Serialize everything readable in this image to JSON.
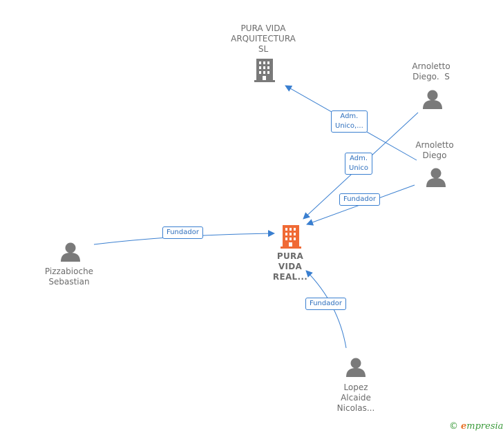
{
  "nodes": {
    "pura_vida_arquitectura": {
      "lines": [
        "PURA VIDA",
        "ARQUITECTURA",
        "SL"
      ],
      "icon": "building-icon",
      "color": "#7a7a7a"
    },
    "pura_vida_real": {
      "lines": [
        "PURA",
        "VIDA",
        "REAL..."
      ],
      "icon": "building-icon",
      "color": "#f06a35"
    },
    "arnoletto_diego_s": {
      "lines": [
        "Arnoletto",
        "Diego.  S"
      ],
      "icon": "person-icon"
    },
    "arnoletto_diego": {
      "lines": [
        "Arnoletto",
        "Diego"
      ],
      "icon": "person-icon"
    },
    "pizzabioche": {
      "lines": [
        "Pizzabioche",
        "Sebastian"
      ],
      "icon": "person-icon"
    },
    "lopez": {
      "lines": [
        "Lopez",
        "Alcaide",
        "Nicolas..."
      ],
      "icon": "person-icon"
    }
  },
  "edges": {
    "adm_unico_1": {
      "lines": [
        "Adm.",
        "Unico,..."
      ]
    },
    "adm_unico_2": {
      "lines": [
        "Adm.",
        "Unico"
      ]
    },
    "fundador_arnoletto": {
      "lines": [
        "Fundador"
      ]
    },
    "fundador_pizzabioche": {
      "lines": [
        "Fundador"
      ]
    },
    "fundador_lopez": {
      "lines": [
        "Fundador"
      ]
    }
  },
  "colors": {
    "edge": "#3a7fd0",
    "person": "#7a7a7a",
    "building_gray": "#7a7a7a",
    "building_accent": "#f06a35"
  },
  "footer": {
    "copyright": "©",
    "brand_initial": "e",
    "brand_rest": "mpresia"
  }
}
